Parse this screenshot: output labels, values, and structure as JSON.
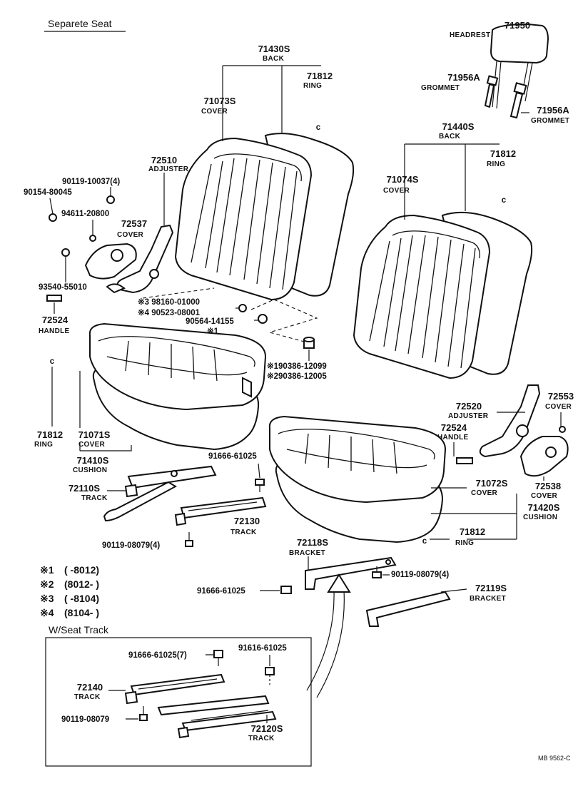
{
  "title": "Separete Seat",
  "subtitle": "W/Seat   Track",
  "footer_code": "MB  9562-C",
  "parts": {
    "p71950": {
      "num": "71950",
      "name": "HEADREST"
    },
    "p71956a_l": {
      "num": "71956A",
      "name": "GROMMET"
    },
    "p71956a_r": {
      "num": "71956A",
      "name": "GROMMET"
    },
    "p71430s": {
      "num": "71430S",
      "name": "BACK"
    },
    "p71812_a": {
      "num": "71812",
      "name": "RING"
    },
    "p71073s": {
      "num": "71073S",
      "name": "COVER"
    },
    "p71440s": {
      "num": "71440S",
      "name": "BACK"
    },
    "p71812_b": {
      "num": "71812",
      "name": "RING"
    },
    "p71074s": {
      "num": "71074S",
      "name": "COVER"
    },
    "p72510": {
      "num": "72510",
      "name": "ADJUSTER"
    },
    "p90119_10037": {
      "num": "90119-10037(4)"
    },
    "p90154_80045": {
      "num": "90154-80045"
    },
    "p94611_20800": {
      "num": "94611-20800"
    },
    "p72537": {
      "num": "72537",
      "name": "COVER"
    },
    "p93540_55010": {
      "num": "93540-55010"
    },
    "p3_98160": {
      "num": "※3 98160-01000"
    },
    "p4_90523": {
      "num": "※4 90523-08001"
    },
    "p90564": {
      "num": "90564-14155"
    },
    "pmark1": {
      "num": "※1"
    },
    "p72524_l": {
      "num": "72524",
      "name": "HANDLE"
    },
    "p190386": {
      "num": "※190386-12099"
    },
    "p290386": {
      "num": "※290386-12005"
    },
    "p71812_c": {
      "num": "71812",
      "name": "RING"
    },
    "p71071s": {
      "num": "71071S",
      "name": "COVER"
    },
    "p71410s": {
      "num": "71410S",
      "name": "CUSHION"
    },
    "p72520": {
      "num": "72520",
      "name": "ADJUSTER"
    },
    "p72553": {
      "num": "72553",
      "name": "COVER"
    },
    "p72524_r": {
      "num": "72524",
      "name": "HANDLE"
    },
    "p72538": {
      "num": "72538",
      "name": "COVER"
    },
    "p91666_a": {
      "num": "91666-61025"
    },
    "p72110s": {
      "num": "72110S",
      "name": "TRACK"
    },
    "p72130": {
      "num": "72130",
      "name": "TRACK"
    },
    "p71072s": {
      "num": "71072S",
      "name": "COVER"
    },
    "p71420s": {
      "num": "71420S",
      "name": "CUSHION"
    },
    "p90119_08079_a": {
      "num": "90119-08079(4)"
    },
    "p71812_d": {
      "num": "71812",
      "name": "RING"
    },
    "p72118s": {
      "num": "72118S",
      "name": "BRACKET"
    },
    "p90119_08079_b": {
      "num": "90119-08079(4)"
    },
    "p91666_b": {
      "num": "91666-61025"
    },
    "p72119s": {
      "num": "72119S",
      "name": "BRACKET"
    },
    "p91666_c": {
      "num": "91666-61025(7)"
    },
    "p91616": {
      "num": "91616-61025"
    },
    "p72140": {
      "num": "72140",
      "name": "TRACK"
    },
    "p90119_08079_c": {
      "num": "90119-08079"
    },
    "p72120s": {
      "num": "72120S",
      "name": "TRACK"
    }
  },
  "legend": [
    {
      "mark": "※1",
      "range": "(      -8012)"
    },
    {
      "mark": "※2",
      "range": "(8012-       )"
    },
    {
      "mark": "※3",
      "range": "(      -8104)"
    },
    {
      "mark": "※4",
      "range": "(8104-       )"
    }
  ]
}
